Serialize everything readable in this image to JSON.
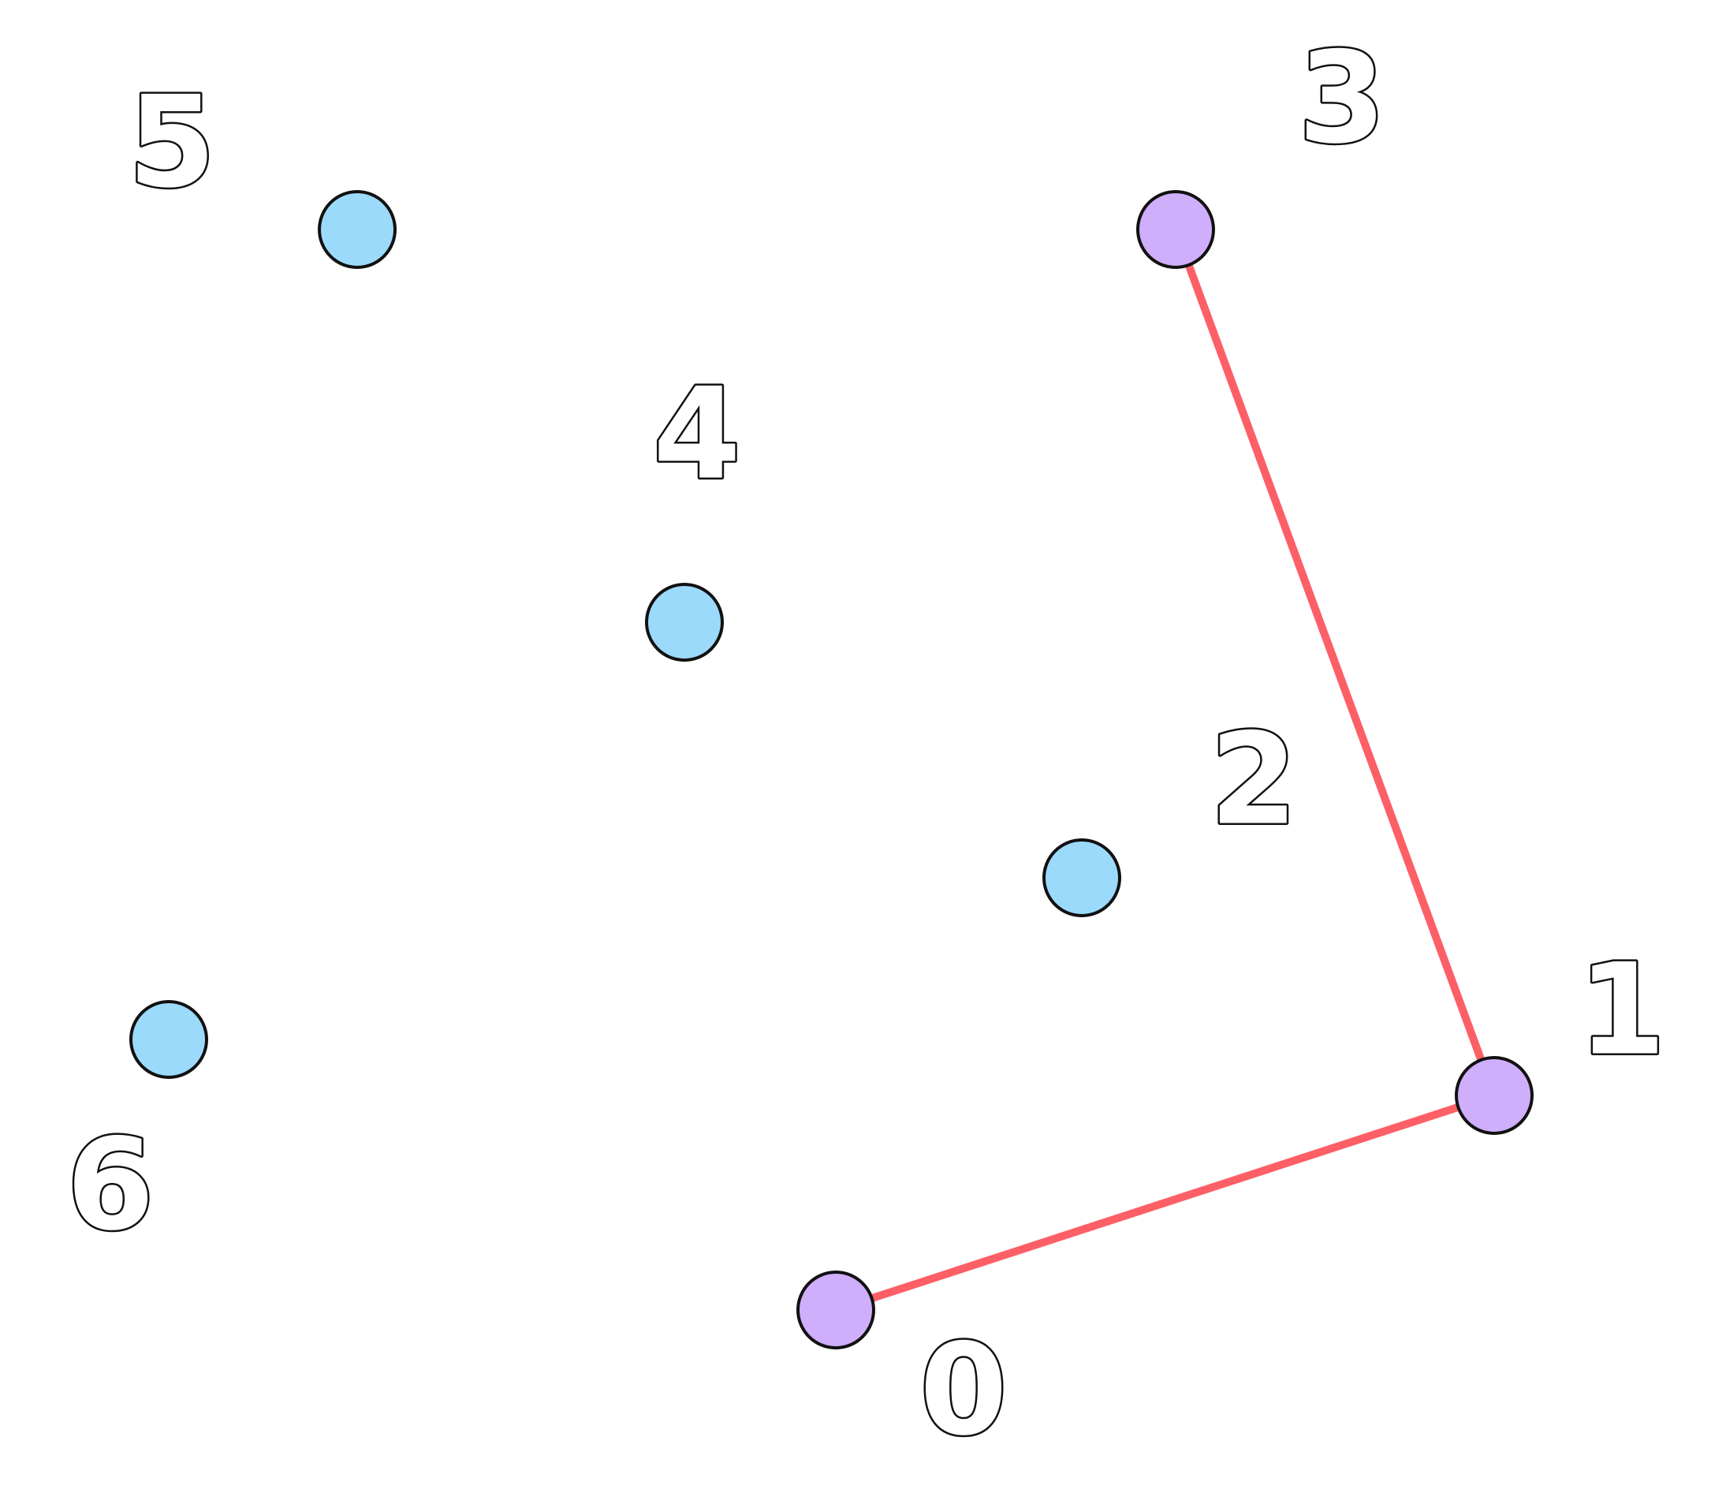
{
  "diagram": {
    "nodes": [
      {
        "id": "0",
        "label": "0",
        "state": "highlighted"
      },
      {
        "id": "1",
        "label": "1",
        "state": "highlighted"
      },
      {
        "id": "2",
        "label": "2",
        "state": "default"
      },
      {
        "id": "3",
        "label": "3",
        "state": "highlighted"
      },
      {
        "id": "4",
        "label": "4",
        "state": "default"
      },
      {
        "id": "5",
        "label": "5",
        "state": "default"
      },
      {
        "id": "6",
        "label": "6",
        "state": "default"
      }
    ],
    "edges": [
      {
        "from": "0",
        "to": "1"
      },
      {
        "from": "1",
        "to": "3"
      }
    ]
  },
  "colors": {
    "background": "#ffffff",
    "node_default": "#9cdafc",
    "node_highlighted": "#cfaefc",
    "node_outline": "#111111",
    "edge": "#fd5f66",
    "label_fill": "#ffffff",
    "label_outline": "#111111"
  }
}
